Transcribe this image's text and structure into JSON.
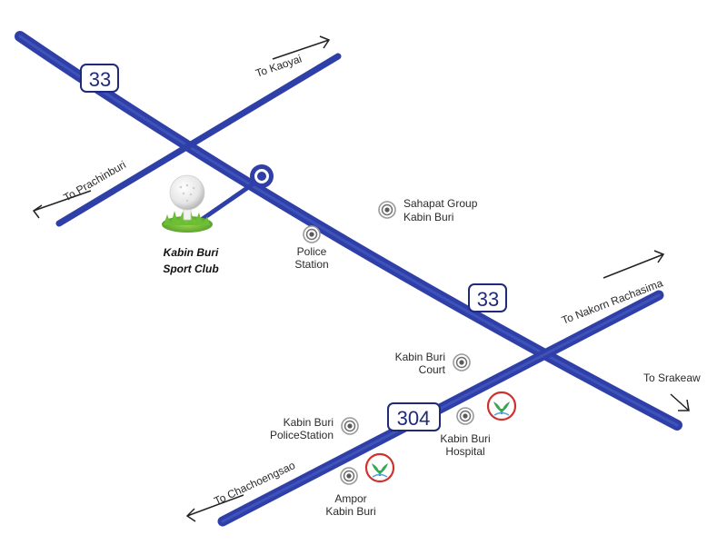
{
  "map": {
    "colors": {
      "road": "#2e3fa8",
      "road_light": "#4f63c9",
      "shield_border": "#1f2a7a",
      "poi": "#8a8a8a",
      "bank_ring": "#d0312d",
      "bank_leaf": "#3aa655"
    },
    "route_33_label_top": "33",
    "route_33_label_mid": "33",
    "route_304_label": "304",
    "dir_kaoyai": "To Kaoyai",
    "dir_prachinburi": "To Prachinburi",
    "dir_nakorn": "To Nakorn Rachasima",
    "dir_srakeaw": "To Srakeaw",
    "dir_chachoengsao": "To Chachoengsao",
    "club_line1": "Kabin Buri",
    "club_line2": "Sport Club",
    "poi_police_1": "Police",
    "poi_police_2": "Station",
    "poi_sahapat_1": "Sahapat Group",
    "poi_sahapat_2": "Kabin Buri",
    "poi_court_1": "Kabin Buri",
    "poi_court_2": "Court",
    "poi_ps2_1": "Kabin Buri",
    "poi_ps2_2": "PoliceStation",
    "poi_hospital_1": "Kabin Buri",
    "poi_hospital_2": "Hospital",
    "poi_ampor_1": "Ampor",
    "poi_ampor_2": "Kabin Buri",
    "icons": [
      "golf-ball-icon",
      "location-marker-icon",
      "poi-icon",
      "bank-icon",
      "arrow-icon"
    ]
  }
}
